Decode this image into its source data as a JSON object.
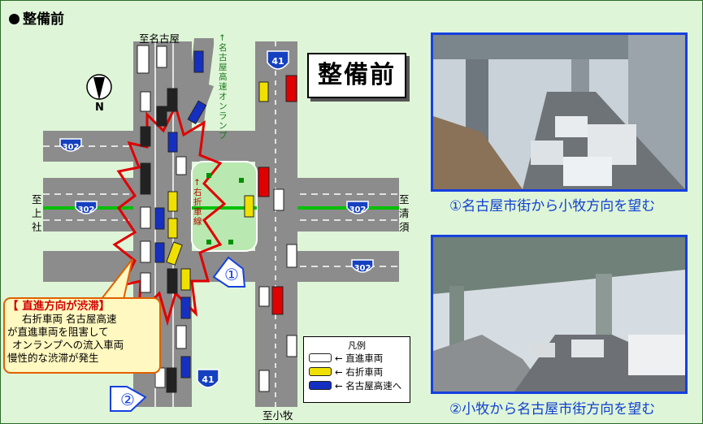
{
  "header": {
    "title": "整備前"
  },
  "title_box": {
    "text": "整備前"
  },
  "directions": {
    "north": "至名古屋",
    "south": "至小牧",
    "west": "至上社",
    "east": "至清須"
  },
  "map_labels": {
    "onramp": "↑名古屋高速オンランプ",
    "right_turn_lane": "↑右折車線",
    "compass": "N"
  },
  "route_shields": {
    "r302": "302",
    "r41": "41"
  },
  "view_markers": {
    "m1": "①",
    "m2": "②"
  },
  "callout": {
    "title": "【 直進方向が渋滞】",
    "lines": [
      "右折車両 名古屋高速",
      "が直進車両を阻害して",
      "オンランプへの流入車両",
      "慢性的な渋滞が発生"
    ]
  },
  "legend": {
    "title": "凡例",
    "items": [
      {
        "label": "← 直進車両",
        "color": "#ffffff"
      },
      {
        "label": "← 右折車両",
        "color": "#f0e000"
      },
      {
        "label": "← 名古屋高速へ",
        "color": "#1530c0"
      }
    ]
  },
  "photos": {
    "caption1": "①名古屋市街から小牧方向を望む",
    "caption2": "②小牧から名古屋市街方向を望む"
  },
  "colors": {
    "background": "#dff5d8",
    "road": "#8c8c8c",
    "median": "#00c000",
    "congestion": "#e00000",
    "caption": "#1040d0",
    "photo_border": "#1540e0"
  }
}
